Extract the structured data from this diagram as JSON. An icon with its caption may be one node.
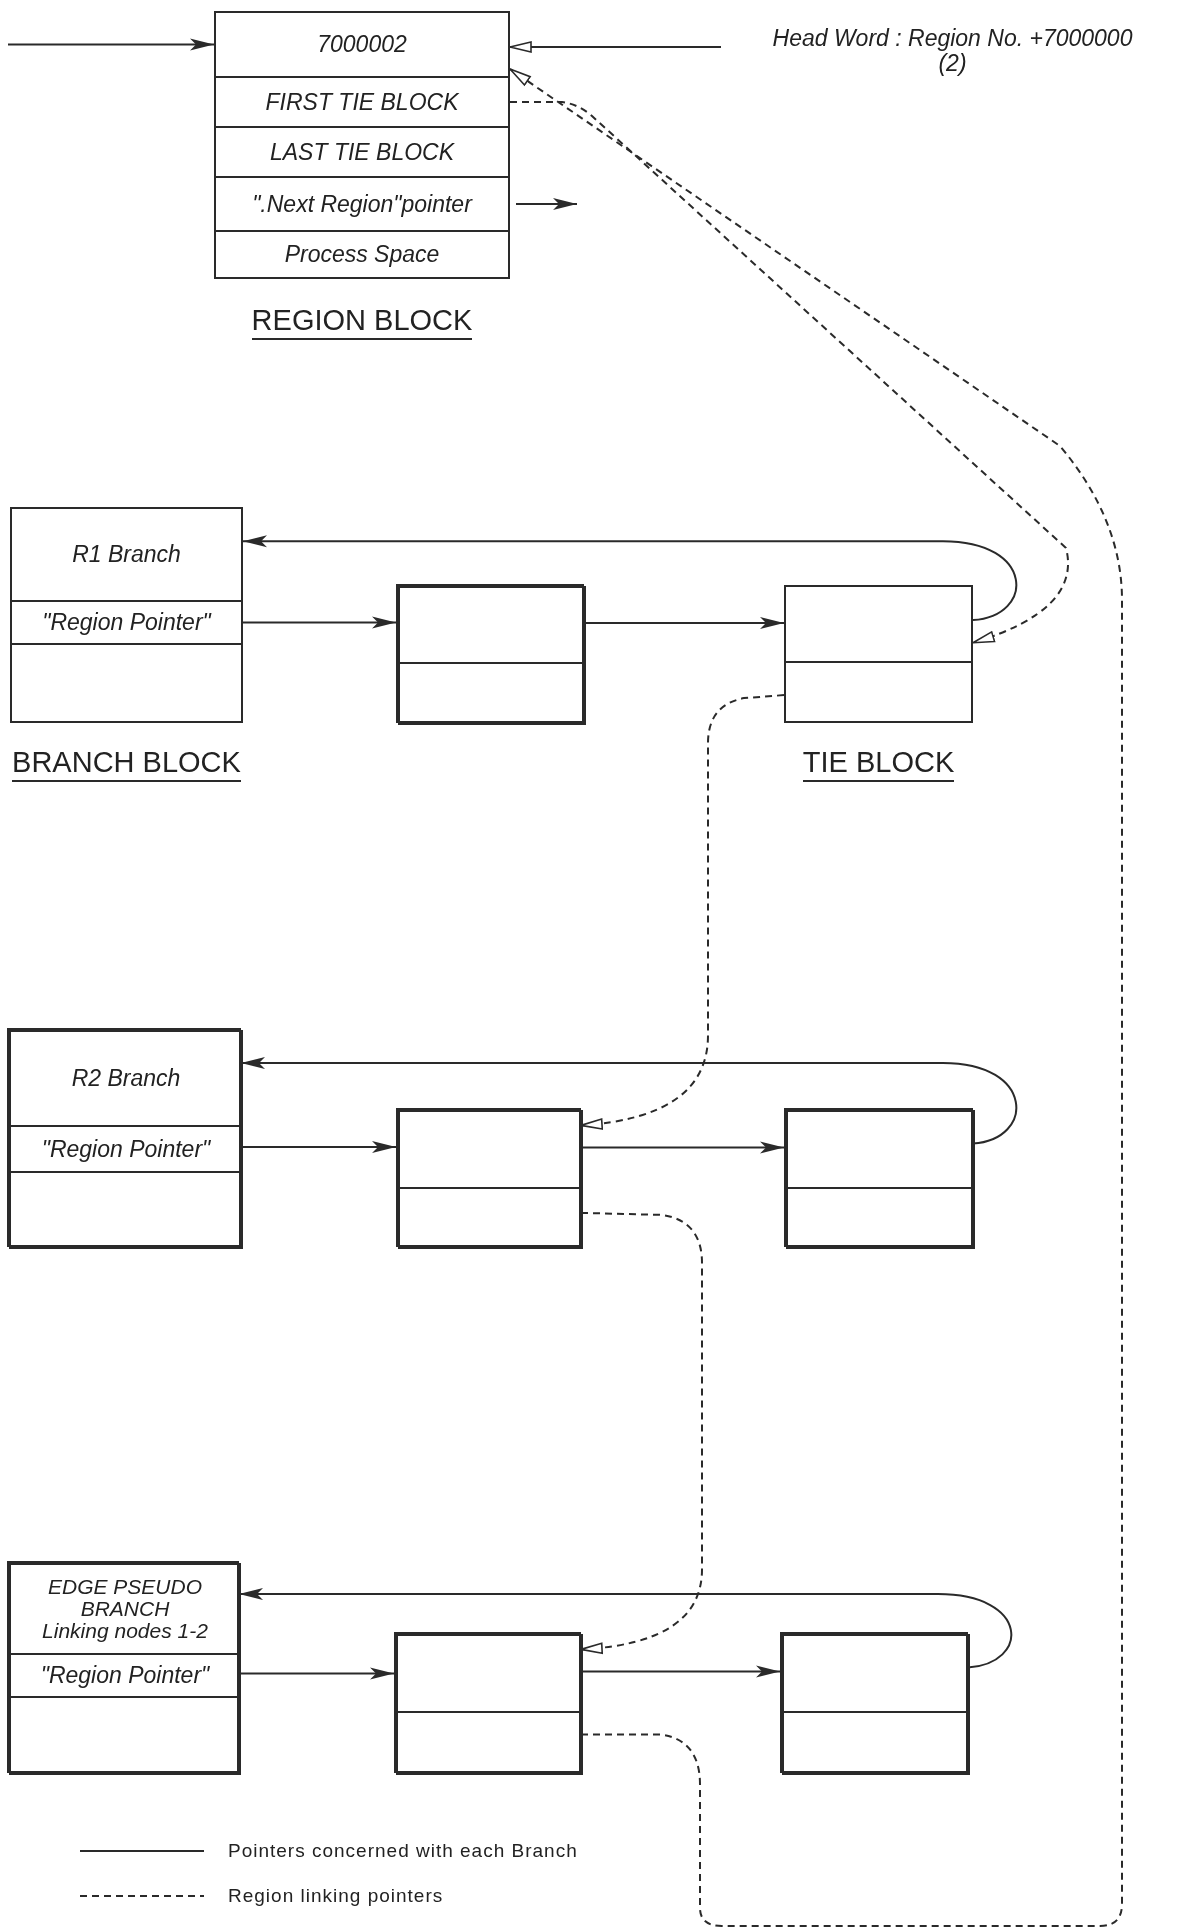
{
  "diagram": {
    "nodes": [
      {
        "text": [
          "REGION BLOCK"
        ]
      },
      {
        "text": [
          "7000002"
        ],
        "in": 0
      },
      {
        "text": [
          "FIRST TIE BLOCK"
        ],
        "in": 0
      },
      {
        "text": [
          "LAST TIE BLOCK"
        ],
        "in": 0
      },
      {
        "text": [
          "\".Next Region\"pointer"
        ],
        "in": 0
      },
      {
        "text": [
          "Process Space"
        ],
        "in": 0
      },
      {
        "text": [
          "Head Word : Region No. +7000000",
          "(2)"
        ]
      },
      {
        "text": [
          "BRANCH BLOCK"
        ]
      },
      {
        "text": [
          "R1 Branch"
        ],
        "in": 7
      },
      {
        "text": [
          "\"Region Pointer\""
        ],
        "in": 7
      },
      {
        "text": [],
        "shape": "box",
        "in": 7
      },
      {
        "text": [],
        "shape": "box"
      },
      {
        "text": [],
        "shape": "box",
        "in": 11
      },
      {
        "text": [],
        "shape": "box",
        "in": 11
      },
      {
        "text": [
          "TIE BLOCK"
        ]
      },
      {
        "text": [],
        "shape": "box",
        "in": 14
      },
      {
        "text": [],
        "shape": "box",
        "in": 14
      },
      {
        "text": [],
        "shape": "box"
      },
      {
        "text": [
          "R2 Branch"
        ],
        "in": 17
      },
      {
        "text": [
          "\"Region Pointer\""
        ],
        "in": 17
      },
      {
        "text": [],
        "shape": "box",
        "in": 17
      },
      {
        "text": [],
        "shape": "box"
      },
      {
        "text": [],
        "shape": "box",
        "in": 21
      },
      {
        "text": [],
        "shape": "box",
        "in": 21
      },
      {
        "text": [],
        "shape": "box"
      },
      {
        "text": [],
        "shape": "box",
        "in": 24
      },
      {
        "text": [],
        "shape": "box",
        "in": 24
      },
      {
        "text": [],
        "shape": "box"
      },
      {
        "text": [
          "EDGE PSEUDO BRANCH",
          "Linking nodes 1-2"
        ],
        "in": 27
      },
      {
        "text": [
          "\"Region Pointer\""
        ],
        "in": 27
      },
      {
        "text": [],
        "shape": "box",
        "in": 27
      },
      {
        "text": [],
        "shape": "box"
      },
      {
        "text": [],
        "shape": "box",
        "in": 31
      },
      {
        "text": [],
        "shape": "box",
        "in": 31
      },
      {
        "text": [],
        "shape": "box"
      },
      {
        "text": [],
        "shape": "box",
        "in": 34
      },
      {
        "text": [],
        "shape": "box",
        "in": 34
      }
    ],
    "edges": [
      {
        "from": null,
        "to": 1,
        "arrow": "to"
      },
      {
        "from": 6,
        "to": 1,
        "arrow": "to"
      },
      {
        "from": 4,
        "to": null,
        "arrow": "to"
      },
      {
        "from": 2,
        "to": 15,
        "arrow": "to",
        "style": "dashed"
      },
      {
        "from": 9,
        "to": 12,
        "arrow": "to"
      },
      {
        "from": 12,
        "to": 15,
        "arrow": "to"
      },
      {
        "from": 15,
        "to": 8,
        "arrow": "to"
      },
      {
        "from": 16,
        "to": 22,
        "arrow": "to",
        "style": "dashed"
      },
      {
        "from": 19,
        "to": 22,
        "arrow": "to"
      },
      {
        "from": 22,
        "to": 25,
        "arrow": "to"
      },
      {
        "from": 25,
        "to": 18,
        "arrow": "to"
      },
      {
        "from": 23,
        "to": 32,
        "arrow": "to",
        "style": "dashed"
      },
      {
        "from": 29,
        "to": 32,
        "arrow": "to"
      },
      {
        "from": 32,
        "to": 35,
        "arrow": "to"
      },
      {
        "from": 35,
        "to": 28,
        "arrow": "to"
      },
      {
        "from": 33,
        "to": 1,
        "arrow": "to",
        "style": "dashed"
      }
    ],
    "legend": [
      {
        "text": "Pointers concerned with each Branch"
      },
      {
        "text": "Region linking pointers"
      }
    ]
  }
}
